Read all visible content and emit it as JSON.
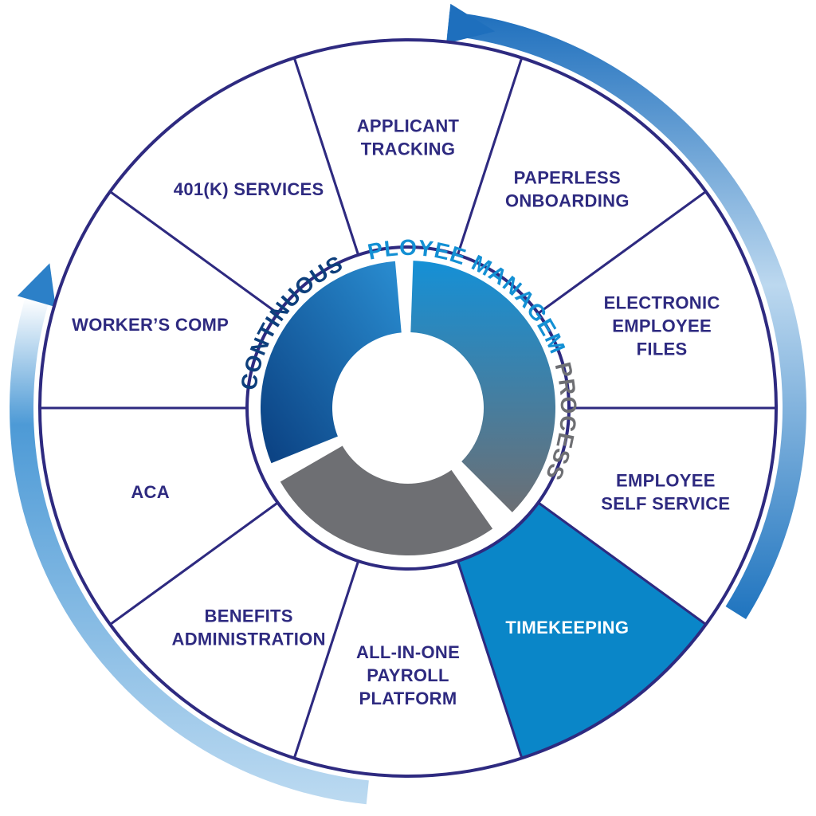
{
  "diagram": {
    "center_label": {
      "word1": "CONTINUOUS",
      "word2": "EMPLOYEE MANAGEMENT",
      "word3": "PROCESS"
    },
    "segments": [
      {
        "name": "applicant-tracking",
        "lines": [
          "APPLICANT",
          "TRACKING"
        ],
        "highlighted": false
      },
      {
        "name": "paperless-onboarding",
        "lines": [
          "PAPERLESS",
          "ONBOARDING"
        ],
        "highlighted": false
      },
      {
        "name": "electronic-employee-files",
        "lines": [
          "ELECTRONIC",
          "EMPLOYEE",
          "FILES"
        ],
        "highlighted": false
      },
      {
        "name": "employee-self-service",
        "lines": [
          "EMPLOYEE",
          "SELF SERVICE"
        ],
        "highlighted": false
      },
      {
        "name": "timekeeping",
        "lines": [
          "TIMEKEEPING"
        ],
        "highlighted": true
      },
      {
        "name": "all-in-one-payroll-platform",
        "lines": [
          "ALL-IN-ONE",
          "PAYROLL",
          "PLATFORM"
        ],
        "highlighted": false
      },
      {
        "name": "benefits-administration",
        "lines": [
          "BENEFITS",
          "ADMINISTRATION"
        ],
        "highlighted": false
      },
      {
        "name": "aca",
        "lines": [
          "ACA"
        ],
        "highlighted": false
      },
      {
        "name": "workers-comp",
        "lines": [
          "WORKER’S COMP"
        ],
        "highlighted": false
      },
      {
        "name": "401k-services",
        "lines": [
          "401(K) SERVICES"
        ],
        "highlighted": false
      }
    ],
    "colors": {
      "outline": "#2e2a80",
      "label": "#2e2a80",
      "highlight": "#0a86c8",
      "blue_dark": "#0d4a8f",
      "blue_light": "#1a8fd1",
      "gray": "#6e6f73",
      "arrow_blue": "#2a7ec6"
    }
  }
}
